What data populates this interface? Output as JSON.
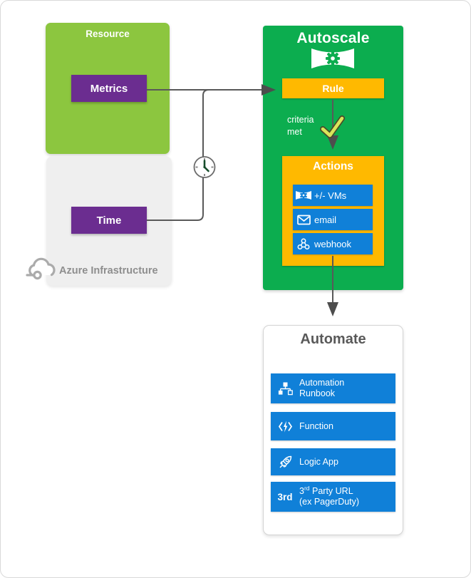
{
  "diagram": {
    "resource": {
      "title": "Resource",
      "metrics_label": "Metrics"
    },
    "infrastructure": {
      "time_label": "Time",
      "caption": "Azure Infrastructure"
    },
    "autoscale": {
      "title": "Autoscale",
      "rule_label": "Rule",
      "criteria_note": {
        "line1": "criteria",
        "line2": "met"
      },
      "actions": {
        "title": "Actions",
        "items": [
          {
            "label": "+/- VMs",
            "icon": "scale-vms-icon"
          },
          {
            "label": "email",
            "icon": "email-icon"
          },
          {
            "label": "webhook",
            "icon": "webhook-icon"
          }
        ]
      }
    },
    "automate": {
      "title": "Automate",
      "items": [
        {
          "label_line1": "Automation",
          "label_line2": "Runbook",
          "icon": "runbook-icon"
        },
        {
          "label": "Function",
          "icon": "function-icon"
        },
        {
          "label": "Logic App",
          "icon": "logic-app-icon"
        },
        {
          "label_prefix": "3",
          "label_sup": "rd",
          "label_rest": " Party URL",
          "label_line2": "(ex PagerDuty)",
          "icon_text": "3rd",
          "icon": "third-party-badge"
        }
      ]
    },
    "colors": {
      "resource_green": "#8CC63F",
      "node_purple": "#6B2D90",
      "autoscale_green": "#0CAD4F",
      "accent_yellow": "#FFB900",
      "action_blue": "#1080D8",
      "connector_gray": "#595959",
      "panel_gray": "#EFEFEF",
      "check_lime": "#D9E65A"
    }
  }
}
